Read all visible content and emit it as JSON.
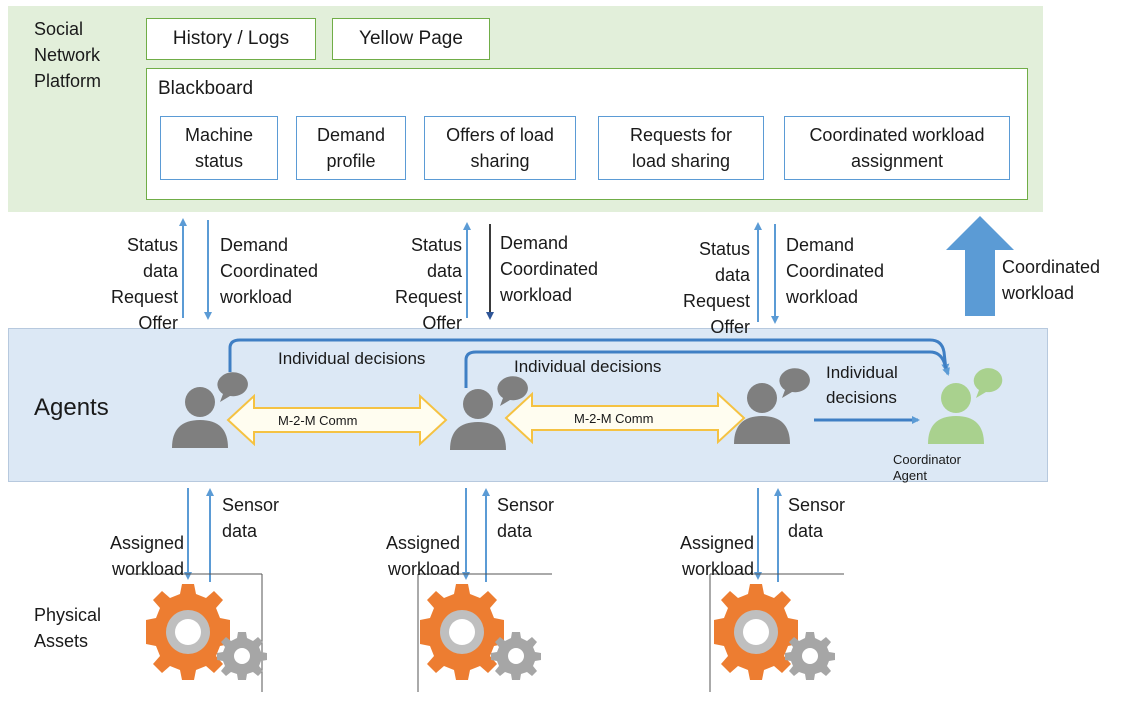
{
  "platform": {
    "label": "Social\nNetwork\nPlatform",
    "history_logs": "History / Logs",
    "yellow_page": "Yellow Page",
    "blackboard": {
      "title": "Blackboard",
      "items": [
        "Machine\nstatus",
        "Demand\nprofile",
        "Offers of load\nsharing",
        "Requests for\nload sharing",
        "Coordinated workload\nassignment"
      ]
    }
  },
  "links_up": [
    {
      "up_label": "Status\ndata\nRequest\nOffer",
      "down_label": "Demand\nCoordinated\nworkload"
    },
    {
      "up_label": "Status\ndata\nRequest\nOffer",
      "down_label": "Demand\nCoordinated\nworkload"
    },
    {
      "up_label": "Status\ndata\nRequest\nOffer",
      "down_label": "Demand\nCoordinated\nworkload"
    }
  ],
  "coordinated_workload_label": "Coordinated\nworkload",
  "agents": {
    "label": "Agents",
    "m2m_label": "M-2-M Comm",
    "individual_decisions": "Individual decisions",
    "individual_decisions_stacked": "Individual\ndecisions",
    "coordinator_label": "Coordinator\nAgent"
  },
  "links_down": [
    {
      "assigned_label": "Assigned\nworkload",
      "sensor_label": "Sensor\ndata"
    },
    {
      "assigned_label": "Assigned\nworkload",
      "sensor_label": "Sensor\ndata"
    },
    {
      "assigned_label": "Assigned\nworkload",
      "sensor_label": "Sensor\ndata"
    }
  ],
  "physical": {
    "label": "Physical\nAssets"
  },
  "colors": {
    "platform_bg": "#e2efda",
    "platform_border": "#70ad47",
    "agents_bg": "#dce8f5",
    "arrow_blue": "#5b9bd5",
    "m2m_fill": "#fff8dc",
    "m2m_border": "#f5c242",
    "agent_gray": "#7f7f7f",
    "coordinator_green": "#a9d18e",
    "gear_orange": "#ed7d31",
    "gear_gray": "#a6a6a6"
  }
}
